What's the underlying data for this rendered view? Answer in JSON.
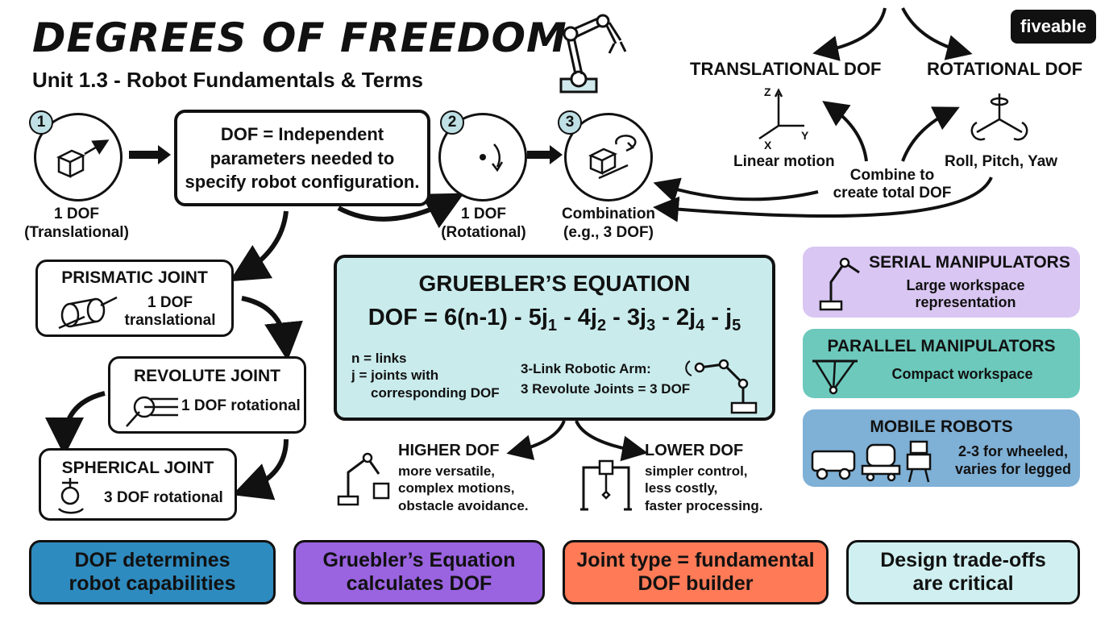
{
  "header": {
    "title": "DEGREES OF FREEDOM",
    "subtitle": "Unit 1.3 - Robot Fundamentals & Terms",
    "logo": "fiveable"
  },
  "steps": [
    {
      "number": "1",
      "label_line1": "1 DOF",
      "label_line2": "(Translational)",
      "icon": "cube-arrow-icon"
    },
    {
      "number": "2",
      "label_line1": "1 DOF",
      "label_line2": "(Rotational)",
      "icon": "rotation-arrow-icon"
    },
    {
      "number": "3",
      "label_line1": "Combination",
      "label_line2": "(e.g., 3 DOF)",
      "icon": "cube-combined-icon"
    }
  ],
  "definition": {
    "line1": "DOF = Independent",
    "line2": "parameters needed to",
    "line3": "specify robot configuration."
  },
  "dof_types": {
    "translational": {
      "title": "TRANSLATIONAL DOF",
      "caption": "Linear motion",
      "axis_z": "Z",
      "axis_y": "Y",
      "axis_x": "X"
    },
    "rotational": {
      "title": "ROTATIONAL DOF",
      "caption": "Roll, Pitch, Yaw"
    },
    "combine_line1": "Combine to",
    "combine_line2": "create total DOF"
  },
  "joints": [
    {
      "title": "PRISMATIC JOINT",
      "desc_line1": "1 DOF",
      "desc_line2": "translational"
    },
    {
      "title": "REVOLUTE JOINT",
      "desc_line1": "1 DOF rotational"
    },
    {
      "title": "SPHERICAL JOINT",
      "desc_line1": "3 DOF rotational"
    }
  ],
  "gruebler": {
    "title": "GRUEBLER’S EQUATION",
    "eq_prefix": "DOF = 6(n-1) - 5j",
    "sub1": "1",
    "eq_b": " - 4j",
    "sub2": "2",
    "eq_c": " - 3j",
    "sub3": "3",
    "eq_d": " - 2j",
    "sub4": "4",
    "eq_e": " - j",
    "sub5": "5",
    "legend_n": "n = links",
    "legend_j1": "j = joints with",
    "legend_j2": "corresponding DOF",
    "example_line1": "3-Link Robotic Arm:",
    "example_line2": "3 Revolute Joints = 3 DOF"
  },
  "higher_dof": {
    "title": "HIGHER DOF",
    "line1": "more versatile,",
    "line2": "complex motions,",
    "line3": "obstacle avoidance."
  },
  "lower_dof": {
    "title": "LOWER DOF",
    "line1": "simpler control,",
    "line2": "less costly,",
    "line3": "faster processing."
  },
  "manipulators": [
    {
      "title": "SERIAL MANIPULATORS",
      "line1": "Large workspace",
      "line2": "representation",
      "color": "#d9c6f3"
    },
    {
      "title": "PARALLEL MANIPULATORS",
      "line1": "Compact workspace",
      "color": "#6cc9bc"
    },
    {
      "title": "MOBILE ROBOTS",
      "line1": "2-3 for wheeled,",
      "line2": "varies for legged",
      "color": "#7fb0d6"
    }
  ],
  "summary": [
    {
      "line1": "DOF determines",
      "line2": "robot capabilities",
      "color": "#2e8bbf"
    },
    {
      "line1": "Gruebler’s Equation",
      "line2": "calculates DOF",
      "color": "#9a63e0"
    },
    {
      "line1": "Joint type = fundamental",
      "line2": "DOF builder",
      "color": "#ff7a57"
    },
    {
      "line1": "Design trade-offs",
      "line2": "are critical",
      "color": "#cfeff0"
    }
  ],
  "colors": {
    "equation_bg": "#c9ebec",
    "step_badge": "#bfe0e4"
  }
}
